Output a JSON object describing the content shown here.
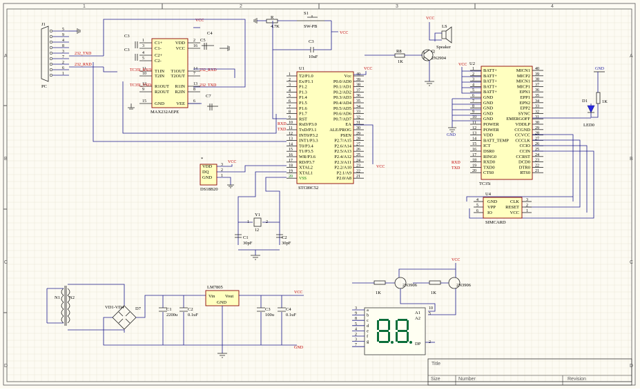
{
  "frame": {
    "columns": [
      "1",
      "2",
      "3",
      "4"
    ],
    "rows": [
      "A",
      "B",
      "C",
      "D"
    ],
    "title_block": {
      "title": "Title",
      "size": "Size",
      "number": "Number",
      "revision": "Revision"
    }
  },
  "labels": {
    "j1": "J1",
    "pc": "PC",
    "j1_pins": [
      "5",
      "9",
      "4",
      "8",
      "3",
      "7",
      "2",
      "6",
      "1"
    ],
    "txd_232": "232_TXD",
    "rxd_232": "232_RXD",
    "c3a": "C3",
    "c3b": "C3",
    "c4": "C4",
    "c5": "C5",
    "c7": "C7",
    "vcc_max": "VCC",
    "max_name": "MAX232AEPE",
    "max_left": [
      "C1+",
      "C1-",
      "C2+",
      "C2-",
      "T1IN",
      "T2IN",
      "R1OUT",
      "R2OUT",
      "GND"
    ],
    "max_right": [
      "VDD",
      "VCC",
      "T1OUT",
      "T2OUT",
      "R1IN",
      "R2IN",
      "VEE"
    ],
    "max_pins": [
      "1",
      "3",
      "4",
      "5",
      "11",
      "10",
      "12",
      "9",
      "15",
      "2",
      "16",
      "14",
      "7",
      "13",
      "8",
      "6"
    ],
    "tc_rxd": "TC35I_RXD",
    "tc_txd": "TC35I_TXD",
    "max_232rxd": "232_RXD",
    "max_232txd": "232_TXD",
    "r_label": "R",
    "r_val": "4.7K",
    "s1": "S1",
    "sw": "SW-PB",
    "vcc_sw": "VCC",
    "c3_rst": "C3",
    "c3_rst_val": "10uF",
    "u1": "U1",
    "u1_name": "STC89C52",
    "u1_left": [
      "T2/P1.0",
      "Ex/P1.1",
      "P1.2",
      "P1.3",
      "P1.4",
      "P1.5",
      "P1.6",
      "P1.7",
      "RST",
      "RxD/P3.0",
      "TxD/P3.1",
      "INT0/P3.2",
      "INT1/P3.3",
      "T0/P3.4",
      "T1/P3.5",
      "WR/P3.6",
      "RD/P3.7",
      "XTAL2",
      "XTAL1",
      "VSS"
    ],
    "u1_right": [
      "Vcc",
      "P0.0/AD0",
      "P0.1/AD1",
      "P0.2/AD2",
      "P0.3/AD3",
      "P0.4/AD4",
      "P0.5/AD5",
      "P0.6/AD6",
      "P0.7/AD7",
      "EA",
      "ALE/PROG",
      "PSEN",
      "P2.7/A15",
      "P2.6/A14",
      "P2.5/A13",
      "P2.4/A12",
      "P2.3/A11",
      "P2.2/A10",
      "P2.1/A9",
      "P2.0/A8"
    ],
    "u1_lpins": [
      "1",
      "2",
      "3",
      "4",
      "5",
      "6",
      "7",
      "8",
      "9",
      "10",
      "11",
      "12",
      "13",
      "14",
      "15",
      "16",
      "17",
      "18",
      "19",
      "20"
    ],
    "u1_rpins": [
      "40",
      "39",
      "38",
      "37",
      "36",
      "35",
      "34",
      "33",
      "32",
      "31",
      "30",
      "29",
      "28",
      "27",
      "26",
      "25",
      "24",
      "23",
      "22",
      "21"
    ],
    "vcc_u1": "VCC",
    "vcc_u1b": "VCC",
    "rxd": "RXD",
    "txd": "TXD",
    "ds_name": "DS18B20",
    "ds_pins": [
      "VDD",
      "DQ",
      "GND"
    ],
    "ds_nums": [
      "3",
      "2",
      "1"
    ],
    "ds_star": "*",
    "vcc_ds": "VCC",
    "y1": "Y1",
    "y1_pins": [
      "1",
      "12",
      "2"
    ],
    "c1": "C1",
    "c2": "C2",
    "c1_val": "30pF",
    "c2_val": "30pF",
    "speaker": "Speaker",
    "ls": "LS",
    "vcc_q": "VCC",
    "r8": "R8",
    "r8_val": "1K",
    "q": "Q",
    "q_name": "2N2904",
    "u2": "U2",
    "u2_name": "TC35i",
    "vcc_u2": "VCC",
    "gnd_u2": "GND",
    "u2_left": [
      "BATT+",
      "BATT+",
      "BATT+",
      "BATT+",
      "BATT+",
      "GND",
      "GND",
      "GND",
      "GND",
      "GND",
      "POWER",
      "POWER",
      "VDD",
      "BATT_TEMP",
      "ICT",
      "DSR0",
      "RING0",
      "RXD0",
      "TXD0",
      "CTS0"
    ],
    "u2_right": [
      "MICN1",
      "MICP2",
      "MICN1",
      "MICP1",
      "EPN1",
      "EPP1",
      "EPN2",
      "EPP2",
      "SYNC",
      "EMERGOFF",
      "VDDLP",
      "CCGND",
      "CCVCC",
      "CCCLK",
      "CCIO",
      "CCIN",
      "CCRST",
      "DCD0",
      "DTR0",
      "RTS0"
    ],
    "u2_lpins": [
      "1",
      "2",
      "3",
      "4",
      "5",
      "6",
      "7",
      "8",
      "9",
      "10",
      "11",
      "12",
      "13",
      "14",
      "15",
      "16",
      "17",
      "18",
      "19",
      "20"
    ],
    "u2_rpins": [
      "40",
      "39",
      "38",
      "37",
      "36",
      "35",
      "34",
      "33",
      "32",
      "31",
      "30",
      "29",
      "28",
      "27",
      "26",
      "25",
      "24",
      "23",
      "22",
      "21"
    ],
    "rxd2": "RXD",
    "txd2": "TXD",
    "gnd_led": "GND",
    "d1": "D1",
    "led": "LED0",
    "r_led": "1K",
    "u4": "U4",
    "u4_left": [
      "GND",
      "VPP",
      "IO"
    ],
    "u4_right": [
      "CLK",
      "RESET",
      "VCC"
    ],
    "u4_lnums": [
      "4",
      "5",
      "6"
    ],
    "u4_rnums": [
      "3",
      "2",
      "1"
    ],
    "simcard": "SIMCARD",
    "vcc_seg": "VCC",
    "r_seg1": "1K",
    "r_seg2": "1K",
    "q_seg1": "2N3906",
    "q_seg2": "2N3906",
    "seg_left": [
      "a",
      "b",
      "c",
      "d",
      "e",
      "f",
      "g"
    ],
    "seg_lnums": [
      "3",
      "9",
      "8",
      "5",
      "4",
      "2",
      "3",
      "7"
    ],
    "seg_a1": "A1",
    "seg_a2": "A2",
    "seg_dp": "DP",
    "seg_n10": "10",
    "seg_n5": "5",
    "seg_n2": "2",
    "n1": "N1",
    "n2": "N2",
    "vd": "VD1-VD4",
    "d7": "D7",
    "c1p": "C1",
    "c1p_val": "2200u",
    "c2p": "C2",
    "c2p_val": "0.1uF",
    "lm": "LM7805",
    "lm_vin": "Vin",
    "lm_vout": "Vout",
    "lm_gnd": "GND",
    "c3p": "C3",
    "c3p_val": "100u",
    "c4p": "C4",
    "c4p_val": "0.1uF",
    "vcc_pwr": "VCC",
    "gnd_pwr": "GND"
  },
  "colors": {
    "wire": "#1a1a8c",
    "body": "#ffffc0",
    "outline": "#8b0000",
    "net": "#c00000",
    "segment": "#0b6e3a"
  }
}
